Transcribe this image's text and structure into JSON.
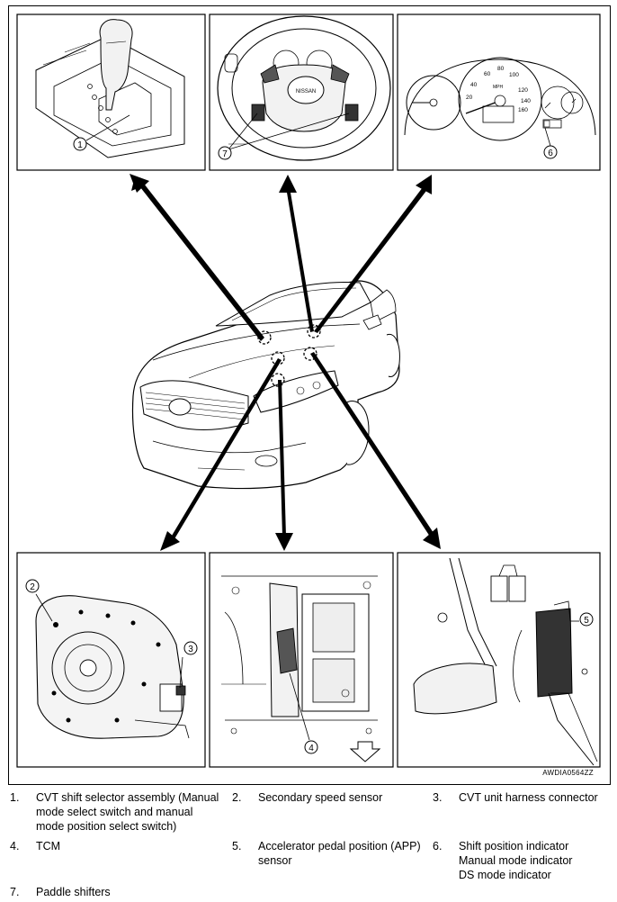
{
  "figure_ref": "AWDIA0564ZZ",
  "callouts": {
    "c1": "1",
    "c2": "2",
    "c3": "3",
    "c4": "4",
    "c5": "5",
    "c6": "6",
    "c7": "7"
  },
  "gauge_text": {
    "g20": "20",
    "g40": "40",
    "g60": "60",
    "g80": "80",
    "g100": "100",
    "g120": "120",
    "g140": "140",
    "g160": "160",
    "mph": "MPH"
  },
  "legend": [
    {
      "num": "1.",
      "text": [
        "CVT shift selector assembly (Manual",
        "mode select switch and manual",
        "mode position select switch)"
      ]
    },
    {
      "num": "2.",
      "text": [
        "Secondary speed sensor"
      ]
    },
    {
      "num": "3.",
      "text": [
        "CVT unit harness connector"
      ]
    },
    {
      "num": "4.",
      "text": [
        "TCM"
      ]
    },
    {
      "num": "5.",
      "text": [
        "Accelerator pedal position (APP)",
        "sensor"
      ]
    },
    {
      "num": "6.",
      "text": [
        "Shift position indicator",
        "Manual mode indicator",
        "DS mode indicator"
      ]
    },
    {
      "num": "7.",
      "text": [
        "Paddle shifters"
      ]
    }
  ]
}
